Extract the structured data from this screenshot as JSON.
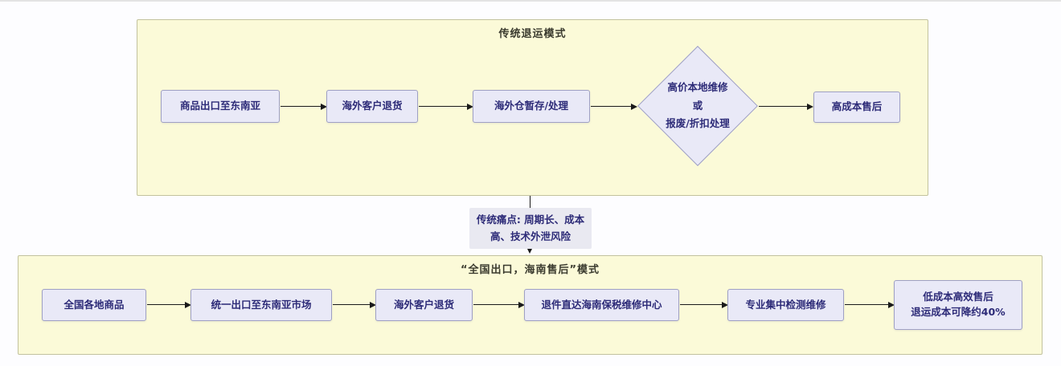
{
  "colors": {
    "lane_fill": "#fbfad8",
    "lane_border": "#c2c29e",
    "node_fill": "#e9e9f7",
    "node_border": "#9fa0c4",
    "node_text": "#2d2b78",
    "arrow": "#1a1a1a",
    "pain_label_bg": "#e9e9f1"
  },
  "traditional": {
    "title": "传统退运模式",
    "nodes": {
      "export": "商品出口至东南亚",
      "customer_return": "海外客户退货",
      "warehouse": "海外仓暂存/处理",
      "decision": {
        "lines": [
          "高价本地维修",
          "或",
          "报废/折扣处理"
        ]
      },
      "aftersales": "高成本售后"
    }
  },
  "painpoint": {
    "lines": [
      "传统痛点: 周期长、成本",
      "高、技术外泄风险"
    ]
  },
  "hainan": {
    "title": "“全国出口，海南售后”模式",
    "nodes": {
      "goods": "全国各地商品",
      "unified_export": "统一出口至东南亚市场",
      "customer_return": "海外客户退货",
      "bonded_center": "退件直达海南保税维修中心",
      "repair": "专业集中检测维修",
      "result": {
        "lines": [
          "低成本高效售后",
          "退运成本可降约40%"
        ]
      }
    }
  }
}
